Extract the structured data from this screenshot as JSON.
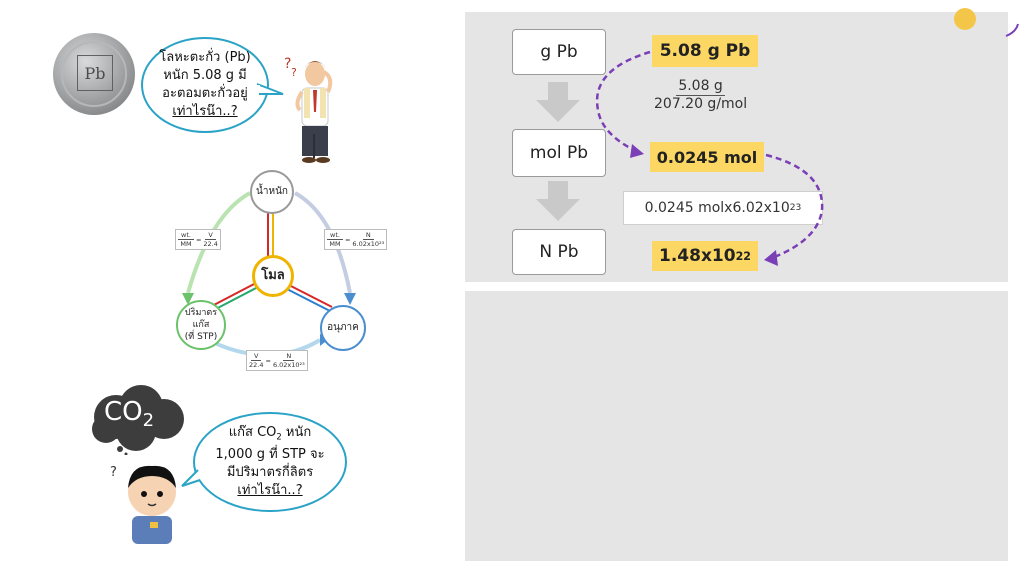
{
  "left": {
    "coin": {
      "symbol": "Pb"
    },
    "pb_question": {
      "line1": "โลหะตะกั่ว (Pb)",
      "line2": "หนัก 5.08 g มี",
      "line3": "อะตอมตะกั่วอยู่",
      "line4": "เท่าไรน๊า..?"
    },
    "thinking_man": {
      "marks": "??"
    },
    "mole_map": {
      "center": "โมล",
      "top": "น้ำหนัก",
      "bottom_left_line1": "ปริมาตรแก๊ส",
      "bottom_left_line2": "(ที่ STP)",
      "bottom_right": "อนุภาค",
      "left_formula": {
        "a_num": "wt.",
        "a_den": "MM",
        "b_num": "V",
        "b_den": "22.4"
      },
      "right_formula": {
        "a_num": "wt.",
        "a_den": "MM",
        "b_num": "N",
        "b_den": "6.02x10²³"
      },
      "bottom_formula": {
        "a_num": "V",
        "a_den": "22.4",
        "b_num": "N",
        "b_den": "6.02x10²³"
      },
      "equals": "="
    },
    "co2_cloud": {
      "formula": "CO",
      "sub": "2"
    },
    "boy": {
      "mark": "?"
    },
    "co2_question": {
      "line1_a": "แก๊ส CO",
      "line1_sub": "2",
      "line1_b": " หนัก",
      "line2": "1,000 g ที่ STP จะ",
      "line3": "มีปริมาตรกี่ลิตร",
      "line4": "เท่าไรน๊า..?"
    }
  },
  "flow": {
    "boxes": [
      "g Pb",
      "mol Pb",
      "N Pb"
    ],
    "highlights": [
      "5.08 g Pb",
      "0.0245 mol"
    ],
    "result": {
      "base": "1.48x10",
      "exp": "22"
    },
    "fraction": {
      "numerator": "5.08 g",
      "denominator": "207.20 g/mol"
    },
    "multiply": {
      "base": "0.0245 molx6.02x10",
      "exp": "23"
    }
  },
  "colors": {
    "panel": "#e6e5e6",
    "highlight": "#fcd763",
    "arrow": "#7b3fb5",
    "bubble": "#2aa3c6"
  }
}
